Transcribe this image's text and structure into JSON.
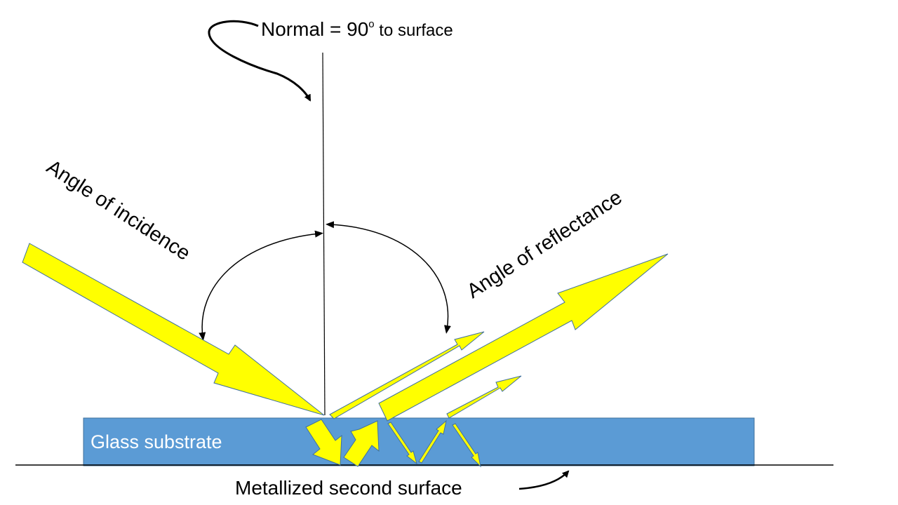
{
  "labels": {
    "normal_prefix": "Normal = 90",
    "normal_degree": "o",
    "normal_suffix": " to surface",
    "incidence": "Angle of incidence",
    "reflectance": "Angle of reflectance",
    "glass": "Glass substrate",
    "metallized": "Metallized second surface"
  },
  "colors": {
    "glass": "#5b9bd5",
    "ray": "#ffff00",
    "ray_outline": "#41719c"
  }
}
